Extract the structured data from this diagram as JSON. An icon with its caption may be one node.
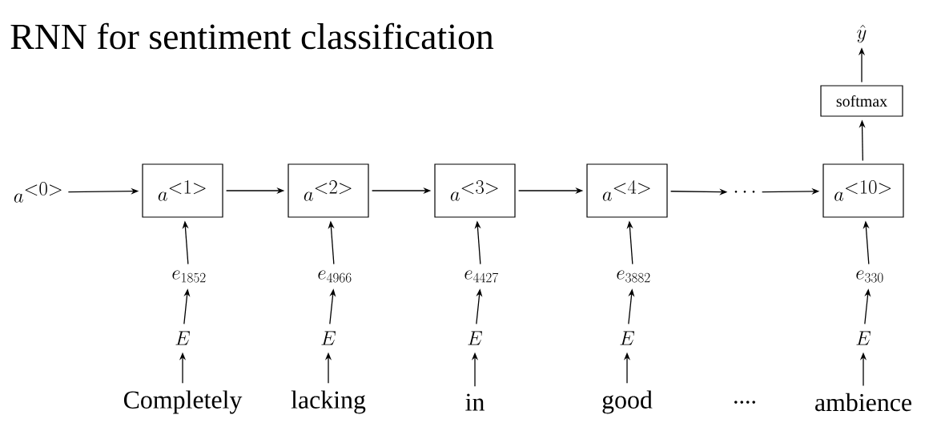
{
  "diagram": {
    "title": "RNN for sentiment classification",
    "nodes": [
      {
        "text": [
          "a^{<0>}"
        ]
      },
      {
        "text": [
          "a^{<1>}"
        ]
      },
      {
        "text": [
          "a^{<2>}"
        ]
      },
      {
        "text": [
          "a^{<3>}"
        ]
      },
      {
        "text": [
          "a^{<4>}"
        ]
      },
      {
        "text": [
          "\\cdots"
        ]
      },
      {
        "text": [
          "a^{<10>}"
        ]
      },
      {
        "text": [
          "softmax"
        ]
      },
      {
        "text": [
          "\\hat{y}"
        ]
      },
      {
        "text": [
          "e_{1852}"
        ]
      },
      {
        "text": [
          "e_{4966}"
        ]
      },
      {
        "text": [
          "e_{4427}"
        ]
      },
      {
        "text": [
          "e_{3882}"
        ]
      },
      {
        "text": [
          "e_{330}"
        ]
      },
      {
        "text": [
          "E"
        ]
      },
      {
        "text": [
          "E"
        ]
      },
      {
        "text": [
          "E"
        ]
      },
      {
        "text": [
          "E"
        ]
      },
      {
        "text": [
          "E"
        ]
      },
      {
        "text": [
          "Completely"
        ]
      },
      {
        "text": [
          "lacking"
        ]
      },
      {
        "text": [
          "in"
        ]
      },
      {
        "text": [
          "good"
        ]
      },
      {
        "text": [
          "ambience"
        ]
      }
    ],
    "edges": [
      {
        "from": 0,
        "to": 1,
        "arrow": "to"
      },
      {
        "from": 1,
        "to": 2,
        "arrow": "to"
      },
      {
        "from": 2,
        "to": 3,
        "arrow": "to"
      },
      {
        "from": 3,
        "to": 4,
        "arrow": "to"
      },
      {
        "from": 4,
        "to": 5,
        "arrow": "to"
      },
      {
        "from": 5,
        "to": 6,
        "arrow": "to"
      },
      {
        "from": 6,
        "to": 7,
        "arrow": "to"
      },
      {
        "from": 7,
        "to": 8,
        "arrow": "to"
      },
      {
        "from": 19,
        "to": 14,
        "arrow": "to"
      },
      {
        "from": 14,
        "to": 9,
        "arrow": "to"
      },
      {
        "from": 9,
        "to": 1,
        "arrow": "to"
      },
      {
        "from": 20,
        "to": 15,
        "arrow": "to"
      },
      {
        "from": 15,
        "to": 10,
        "arrow": "to"
      },
      {
        "from": 10,
        "to": 2,
        "arrow": "to"
      },
      {
        "from": 21,
        "to": 16,
        "arrow": "to"
      },
      {
        "from": 16,
        "to": 11,
        "arrow": "to"
      },
      {
        "from": 11,
        "to": 3,
        "arrow": "to"
      },
      {
        "from": 22,
        "to": 17,
        "arrow": "to"
      },
      {
        "from": 17,
        "to": 12,
        "arrow": "to"
      },
      {
        "from": 12,
        "to": 4,
        "arrow": "to"
      },
      {
        "from": 23,
        "to": 18,
        "arrow": "to"
      },
      {
        "from": 18,
        "to": 13,
        "arrow": "to"
      },
      {
        "from": 13,
        "to": 6,
        "arrow": "to"
      }
    ],
    "labels": [
      "...."
    ]
  }
}
